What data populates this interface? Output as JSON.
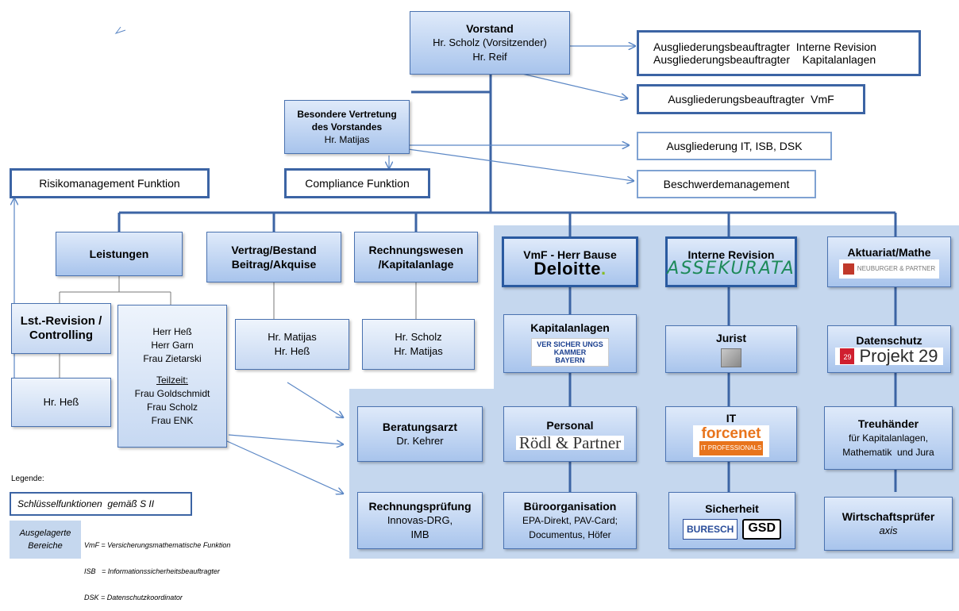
{
  "vorstand": {
    "title": "Vorstand",
    "line1": "Hr. Scholz (Vorsitzender)",
    "line2": "Hr. Reif"
  },
  "outsourced_top": {
    "line1": "Ausgliederungsbeauftragter  Interne Revision",
    "line2": "Ausgliederungsbeauftragter    Kapitalanlagen",
    "vmf": "Ausgliederungsbeauftragter  VmF",
    "it": "Ausgliederung IT, ISB, DSK",
    "beschwerde": "Beschwerdemanagement"
  },
  "besondere": {
    "line1": "Besondere Vertretung",
    "line2": "des Vorstandes",
    "line3": "Hr. Matijas"
  },
  "risiko": "Risikomanagement Funktion",
  "compliance": "Compliance Funktion",
  "leistungen": {
    "title": "Leistungen",
    "revision": {
      "line1": "Lst.-Revision /",
      "line2": "Controlling"
    },
    "hess": "Hr. Heß",
    "staff": [
      "Herr Heß",
      "Herr Garn",
      "Frau Zietarski"
    ],
    "teilzeit_label": "Teilzeit:",
    "teilzeit": [
      "Frau Goldschmidt",
      "Frau Scholz",
      "Frau ENK"
    ]
  },
  "vertrag": {
    "line1": "Vertrag/Bestand",
    "line2": "Beitrag/Akquise",
    "p1": "Hr. Matijas",
    "p2": "Hr. Heß"
  },
  "rechnungswesen": {
    "line1": "Rechnungswesen",
    "line2": "/Kapitalanlage",
    "p1": "Hr. Scholz",
    "p2": "Hr. Matijas"
  },
  "beratungsarzt": {
    "title": "Beratungsarzt",
    "name": "Dr. Kehrer"
  },
  "rechnungspruefung": {
    "title": "Rechnungsprüfung",
    "line1": "Innovas-DRG,",
    "line2": "IMB"
  },
  "vmf_col": {
    "title": "VmF - Herr Bause",
    "logo": "Deloitte",
    "kapital": "Kapitalanlagen",
    "kapital_logo1": "VER SICHER UNGS",
    "kapital_logo2": "KAMMER",
    "kapital_logo3": "BAYERN",
    "personal": "Personal",
    "personal_logo": "Rödl & Partner",
    "buero": "Büroorganisation",
    "buero1": "EPA-Direkt, PAV-Card;",
    "buero2": "Documentus, Höfer"
  },
  "revision_col": {
    "title": "Interne Revision",
    "logo": "ASSEKURATA",
    "jurist": "Jurist",
    "it": "IT",
    "it_logo": "forcenet",
    "it_logo_sub": "IT PROFESSIONALS",
    "sicherheit": "Sicherheit",
    "sich_logo1": "BURESCH",
    "sich_logo2": "GSD"
  },
  "aktuariat_col": {
    "title": "Aktuariat/Mathe",
    "logo": "NEUBURGER & PARTNER",
    "datenschutz": "Datenschutz",
    "ds_logo": "Projekt 29",
    "ds_logo_num": "29",
    "treuhaender": "Treuhänder",
    "treu1": "für Kapitalanlagen,",
    "treu2": "Mathematik  und Jura",
    "wp": "Wirtschaftsprüfer",
    "wp_name": "axis"
  },
  "legend": {
    "title": "Legende:",
    "key": "Schlüsselfunktionen  gemäß S II",
    "out1": "Ausgelagerte",
    "out2": "Bereiche",
    "abbr1": "VmF = Versicherungsmathematische Funktion",
    "abbr2": "ISB   = Informationssicherheitsbeauftragter",
    "abbr3": "DSK = Datenschutzkoordinator"
  }
}
